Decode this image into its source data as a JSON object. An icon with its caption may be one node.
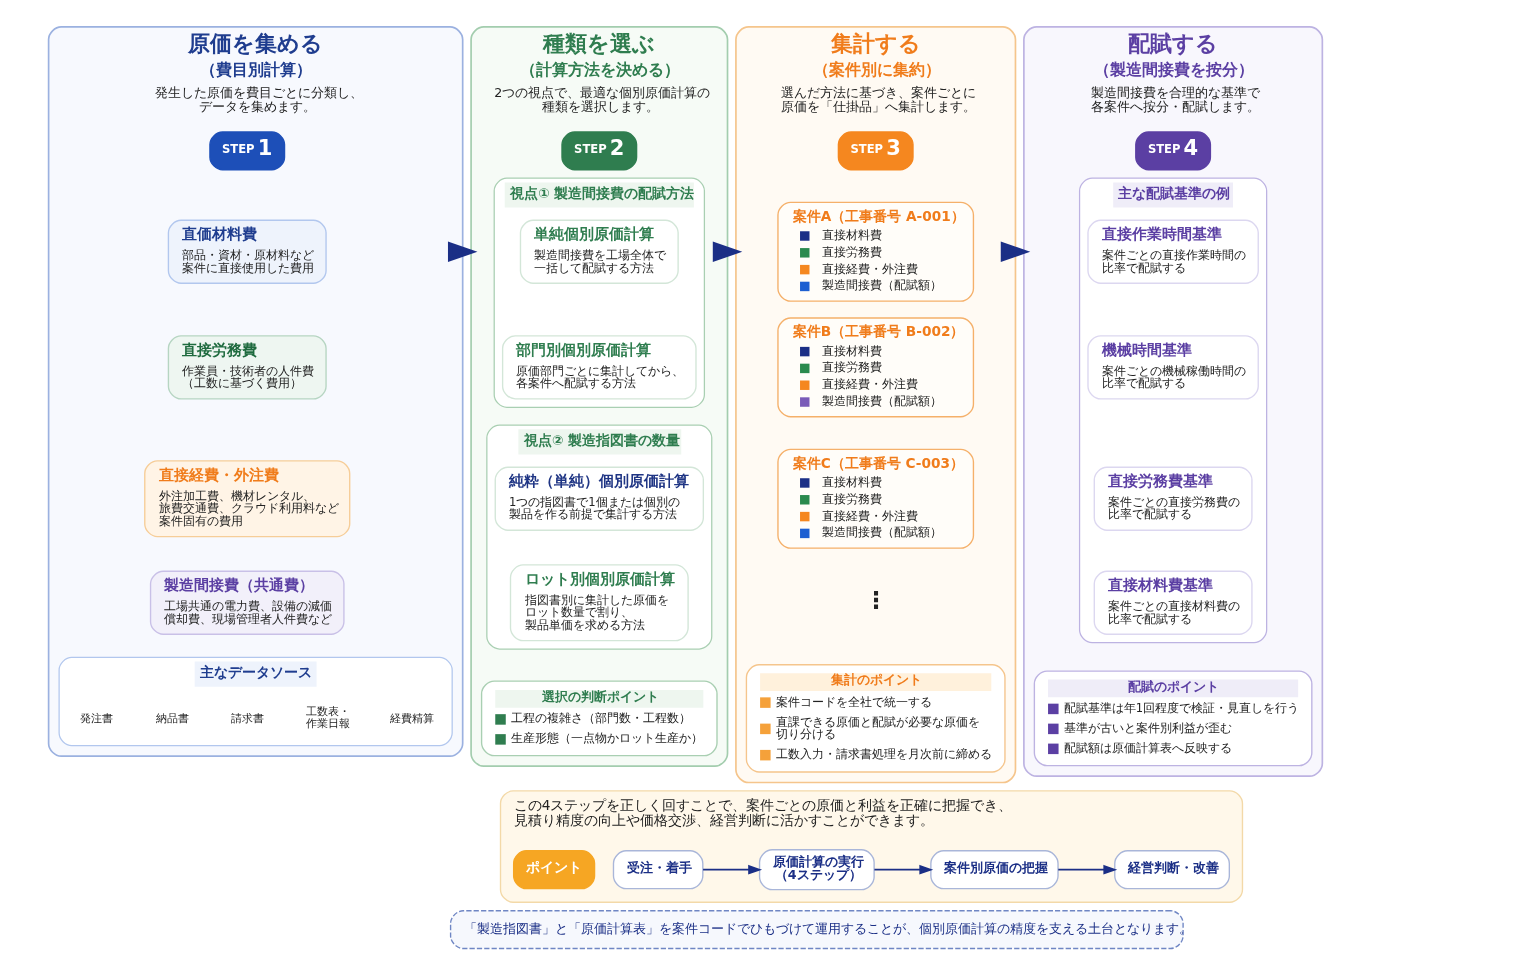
{
  "diagram": {
    "nodes": [
      {
        "text": [
          "原価を集める",
          "（費目別計算）",
          "発生した原価を費目ごとに分類し、データを集めます。"
        ]
      },
      {
        "text": [
          "STEP",
          "1"
        ],
        "in": 0
      },
      {
        "text": [
          "直価材料費",
          "部品・資材・原材料など案件に直接使用した費用"
        ],
        "in": 0
      },
      {
        "text": [
          "直接労務費",
          "作業員・技術者の人件費（工数に基づく費用）"
        ],
        "in": 0
      },
      {
        "text": [
          "直接経費・外注費",
          "外注加工費、機材レンタル、旅費交通費、クラウド利用料など案件固有の費用"
        ],
        "in": 0
      },
      {
        "text": [
          "製造間接費（共通費）",
          "工場共通の電力費、設備の減価償却費、現場管理者人件費など"
        ],
        "in": 0
      },
      {
        "text": [
          "主なデータソース"
        ],
        "in": 0
      },
      {
        "text": [
          "発注書"
        ],
        "in": 6
      },
      {
        "text": [
          "納品書"
        ],
        "in": 6
      },
      {
        "text": [
          "請求書"
        ],
        "in": 6
      },
      {
        "text": [
          "工数表・作業日報"
        ],
        "in": 6
      },
      {
        "text": [
          "経費精算"
        ],
        "in": 6
      },
      {
        "text": [
          "種類を選ぶ",
          "（計算方法を決める）",
          "2つの視点で、最適な個別原価計算の種類を選択します。"
        ]
      },
      {
        "text": [
          "STEP",
          "2"
        ],
        "in": 12
      },
      {
        "text": [
          "視点① 製造間接費の配賦方法"
        ],
        "in": 12
      },
      {
        "text": [
          "単純個別原価計算",
          "製造間接費を工場全体で一括して配賦する方法"
        ],
        "in": 14
      },
      {
        "text": [
          "部門別個別原価計算",
          "原価部門ごとに集計してから、各案件へ配賦する方法"
        ],
        "in": 14
      },
      {
        "text": [
          "視点② 製造指図書の数量"
        ],
        "in": 12
      },
      {
        "text": [
          "純粋（単純）個別原価計算",
          "1つの指図書で1個または個別の製品を作る前提で集計する方法"
        ],
        "in": 17
      },
      {
        "text": [
          "ロット別個別原価計算",
          "指図書別に集計した原価をロット数量で割り、製品単価を求める方法"
        ],
        "in": 17
      },
      {
        "text": [
          "選択の判断ポイント",
          "工程の複雑さ（部門数・工程数）",
          "生産形態（一点物かロット生産か）"
        ],
        "in": 12
      },
      {
        "text": [
          "集計する",
          "（案件別に集約）",
          "選んだ方法に基づき、案件ごとに原価を「仕掛品」へ集計します。"
        ]
      },
      {
        "text": [
          "STEP",
          "3"
        ],
        "in": 21
      },
      {
        "text": [
          "案件A（工事番号 A-001）",
          "直接材料費",
          "直接労務費",
          "直接経費・外注費",
          "製造間接費（配賦額）"
        ],
        "in": 21
      },
      {
        "text": [
          "案件B（工事番号 B-002）",
          "直接材料費",
          "直接労務費",
          "直接経費・外注費",
          "製造間接費（配賦額）"
        ],
        "in": 21
      },
      {
        "text": [
          "案件C（工事番号 C-003）",
          "直接材料費",
          "直接労務費",
          "直接経費・外注費",
          "製造間接費（配賦額）"
        ],
        "in": 21
      },
      {
        "text": [
          "集計のポイント",
          "案件コードを全社で統一する",
          "直課できる原価と配賦が必要な原価を切り分ける",
          "工数入力・請求書処理を月次前に締める"
        ],
        "in": 21
      },
      {
        "text": [
          "配賦する",
          "（製造間接費を按分）",
          "製造間接費を合理的な基準で各案件へ按分・配賦します。"
        ]
      },
      {
        "text": [
          "STEP",
          "4"
        ],
        "in": 27
      },
      {
        "text": [
          "主な配賦基準の例"
        ],
        "in": 27
      },
      {
        "text": [
          "直接作業時間基準",
          "案件ごとの直接作業時間の比率で配賦する"
        ],
        "in": 29
      },
      {
        "text": [
          "機械時間基準",
          "案件ごとの機械稼働時間の比率で配賦する"
        ],
        "in": 29
      },
      {
        "text": [
          "直接労務費基準",
          "案件ごとの直接労務費の比率で配賦する"
        ],
        "in": 29
      },
      {
        "text": [
          "直接材料費基準",
          "案件ごとの直接材料費の比率で配賦する"
        ],
        "in": 29
      },
      {
        "text": [
          "配賦のポイント",
          "配賦基準は年1回程度で検証・見直しを行う",
          "基準が古いと案件別利益が歪む",
          "配賦額は原価計算表へ反映する"
        ],
        "in": 27
      },
      {
        "text": [
          "この4ステップを正しく回すことで、案件ごとの原価と利益を正確に把握でき、見積り精度の向上や価格交渉、経営判断に活かすことができます。"
        ]
      },
      {
        "text": [
          "ポイント"
        ],
        "in": 35
      },
      {
        "text": [
          "受注・着手"
        ],
        "in": 35
      },
      {
        "text": [
          "原価計算の実行（4ステップ）"
        ],
        "in": 35
      },
      {
        "text": [
          "案件別原価の把握"
        ],
        "in": 35
      },
      {
        "text": [
          "経営判断・改善"
        ],
        "in": 35
      },
      {
        "text": [
          "「製造指図書」と「原価計算表」を案件コードでひもづけて運用することが、個別原価計算の精度を支える土台となります。"
        ]
      }
    ],
    "edges": [
      {
        "from": 0,
        "to": 12,
        "arrow": "to",
        "style": "thick"
      },
      {
        "from": 12,
        "to": 21,
        "arrow": "to",
        "style": "thick"
      },
      {
        "from": 21,
        "to": 27,
        "arrow": "to",
        "style": "thick"
      },
      {
        "from": 37,
        "to": 38,
        "arrow": "to"
      },
      {
        "from": 38,
        "to": 39,
        "arrow": "to"
      },
      {
        "from": 39,
        "to": 40,
        "arrow": "to"
      }
    ],
    "labels": [
      "⋮"
    ]
  }
}
